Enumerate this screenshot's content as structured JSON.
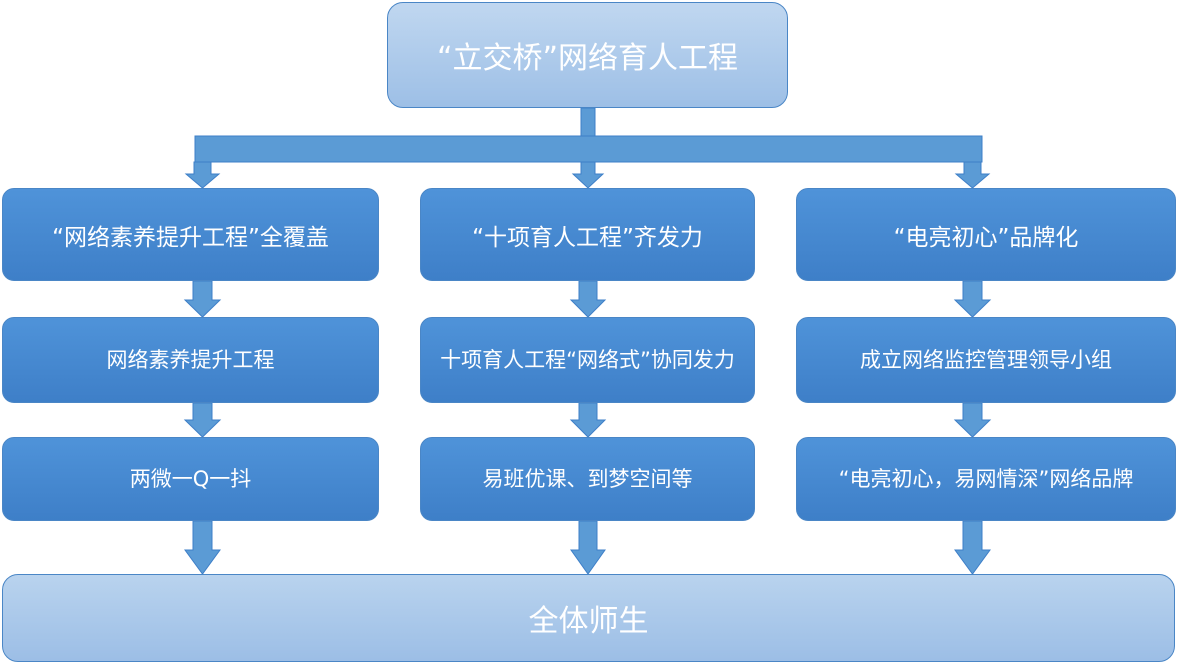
{
  "diagram": {
    "root": "“立交桥”网络育人工程",
    "branches": [
      {
        "title": "“网络素养提升工程”全覆盖",
        "step1": "网络素养提升工程",
        "step2": "两微一Q一抖"
      },
      {
        "title": "“十项育人工程”齐发力",
        "step1": "十项育人工程“网络式”协同发力",
        "step2": "易班优课、到梦空间等"
      },
      {
        "title": "“电亮初心”品牌化",
        "step1": "成立网络监控管理领导小组",
        "step2": "“电亮初心，易网情深”网络品牌"
      }
    ],
    "target": "全体师生"
  },
  "colors": {
    "box_fill": "#4a8bd2",
    "box_border": "#3e7fc8",
    "light_fill": "#b4cfee",
    "text": "#ffffff"
  }
}
